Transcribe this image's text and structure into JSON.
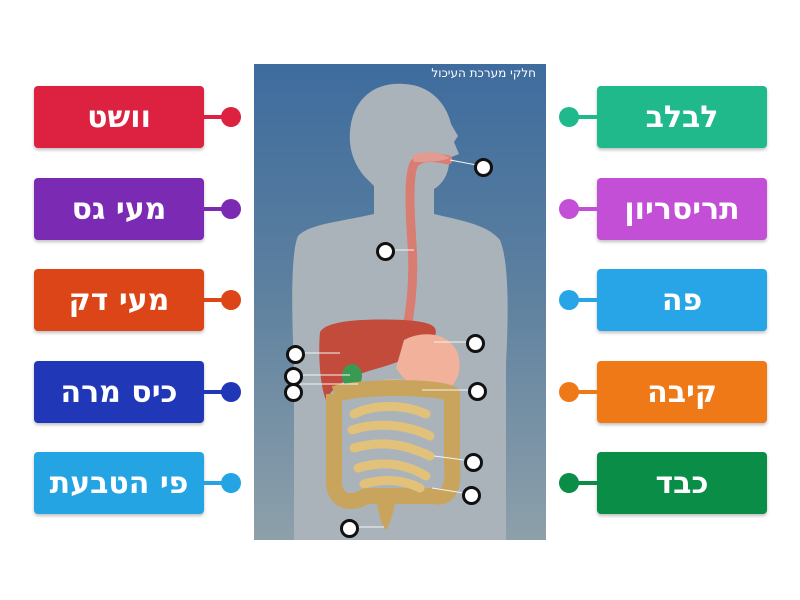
{
  "figure": {
    "title": "חלקי מערכת העיכול"
  },
  "left_labels": [
    {
      "text": "וושט",
      "color": "#dd2140"
    },
    {
      "text": "מעי גס",
      "color": "#7b2ab4"
    },
    {
      "text": "מעי דק",
      "color": "#dc4517"
    },
    {
      "text": "כיס מרה",
      "color": "#2037b8"
    },
    {
      "text": "פי הטבעת",
      "color": "#24a4e3"
    }
  ],
  "right_labels": [
    {
      "text": "לבלב",
      "color": "#1fb98c"
    },
    {
      "text": "תריסריון",
      "color": "#c24fd6"
    },
    {
      "text": "פה",
      "color": "#27a5e6"
    },
    {
      "text": "קיבה",
      "color": "#ef7817"
    },
    {
      "text": "כבד",
      "color": "#0a8d47"
    }
  ]
}
